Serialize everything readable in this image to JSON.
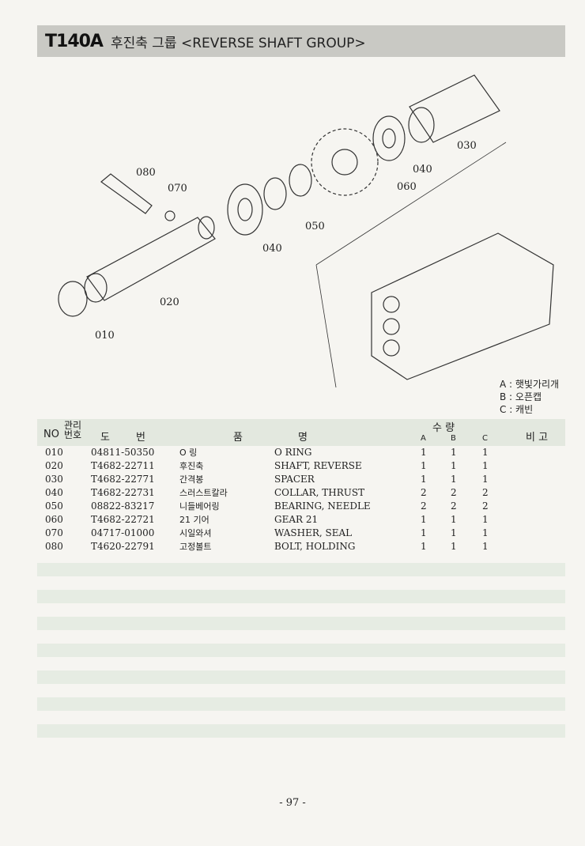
{
  "header_title": {
    "code": "T140A",
    "name": "후진축 그룹 <REVERSE SHAFT GROUP>"
  },
  "diagram": {
    "callouts": [
      "010",
      "020",
      "030",
      "040",
      "040",
      "050",
      "060",
      "070",
      "080"
    ]
  },
  "legend": [
    "A : 햇빛가리개",
    "B : 오픈캡",
    "C : 캐빈"
  ],
  "table": {
    "headers": {
      "no": "NO",
      "mgmt": "관리\n번호",
      "part_no_1": "도",
      "part_no_2": "번",
      "name_1": "품",
      "name_2": "명",
      "qty": "수 량",
      "qa": "A",
      "qb": "B",
      "qc": "C",
      "remarks": "비 고"
    },
    "rows": [
      {
        "no": "010",
        "part": "04811-50350",
        "ko": "O 링",
        "en": "O RING",
        "a": "1",
        "b": "1",
        "c": "1"
      },
      {
        "no": "020",
        "part": "T4682-22711",
        "ko": "후진축",
        "en": "SHAFT, REVERSE",
        "a": "1",
        "b": "1",
        "c": "1"
      },
      {
        "no": "030",
        "part": "T4682-22771",
        "ko": "간격봉",
        "en": "SPACER",
        "a": "1",
        "b": "1",
        "c": "1"
      },
      {
        "no": "040",
        "part": "T4682-22731",
        "ko": "스러스트칼라",
        "en": "COLLAR, THRUST",
        "a": "2",
        "b": "2",
        "c": "2"
      },
      {
        "no": "050",
        "part": "08822-83217",
        "ko": "니들베어링",
        "en": "BEARING, NEEDLE",
        "a": "2",
        "b": "2",
        "c": "2"
      },
      {
        "no": "060",
        "part": "T4682-22721",
        "ko": "21 기어",
        "en": "GEAR 21",
        "a": "1",
        "b": "1",
        "c": "1"
      },
      {
        "no": "070",
        "part": "04717-01000",
        "ko": "시일와셔",
        "en": "WASHER, SEAL",
        "a": "1",
        "b": "1",
        "c": "1"
      },
      {
        "no": "080",
        "part": "T4620-22791",
        "ko": "고정볼트",
        "en": "BOLT, HOLDING",
        "a": "1",
        "b": "1",
        "c": "1"
      }
    ]
  },
  "page_number": "- 97 -"
}
